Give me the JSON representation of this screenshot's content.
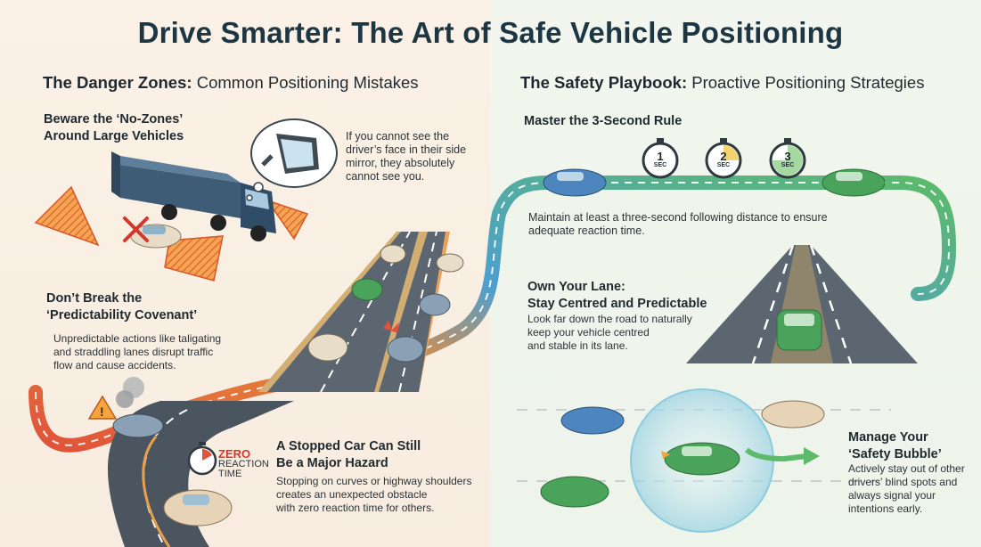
{
  "title": "Drive Smarter: The Art of Safe Vehicle Positioning",
  "left": {
    "heading_bold": "The Danger Zones:",
    "heading_rest": " Common Positioning Mistakes",
    "no_zones": {
      "title_line1": "Beware the ‘No-Zones’",
      "title_line2": "Around Large Vehicles",
      "body_line1": "If you cannot see the",
      "body_line2": "driver’s face in their side",
      "body_line3": "mirror, they absolutely",
      "body_line4": "cannot see you."
    },
    "predictability": {
      "title_line1": "Don’t Break the",
      "title_line2": "‘Predictability Covenant’",
      "body_line1": "Unpredictable actions like taligating",
      "body_line2": "and straddling lanes disrupt traffic",
      "body_line3": "flow and cause accidents."
    },
    "stopped": {
      "title_line1": "A Stopped Car Can Still",
      "title_line2": "Be a Major Hazard",
      "body_line1": "Stopping on curves or highway shoulders",
      "body_line2": "creates an unexpected obstacle",
      "body_line3": "with zero reaction time for others.",
      "badge_line1": "ZERO",
      "badge_line2": "REACTION",
      "badge_line3": "TIME"
    }
  },
  "right": {
    "heading_bold": "The Safety Playbook:",
    "heading_rest": " Proactive Positioning Strategies",
    "three_second": {
      "title": "Master the 3-Second Rule",
      "body_line1": "Maintain at least a three-second following distance to ensure",
      "body_line2": "adequate reaction time.",
      "timers": [
        {
          "num": "1",
          "unit": "SEC"
        },
        {
          "num": "2",
          "unit": "SEC"
        },
        {
          "num": "3",
          "unit": "SEC"
        }
      ]
    },
    "own_lane": {
      "title_line1": "Own Your Lane:",
      "title_line2": "Stay Centred and Predictable",
      "body_line1": "Look far down the road to naturally",
      "body_line2": "keep your vehicle centred",
      "body_line3": "and stable in its lane."
    },
    "bubble": {
      "title_line1": "Manage Your",
      "title_line2": "‘Safety Bubble’",
      "body_line1": "Actively stay out of other",
      "body_line2": "drivers’ blind spots and",
      "body_line3": "always signal your",
      "body_line4": "intentions early."
    }
  },
  "colors": {
    "title": "#1d3644",
    "danger_zone": "#e9893a",
    "road": "#4a5560",
    "path_blue": "#4d9fd0",
    "path_green": "#5cba6a",
    "path_red": "#e0533a"
  }
}
